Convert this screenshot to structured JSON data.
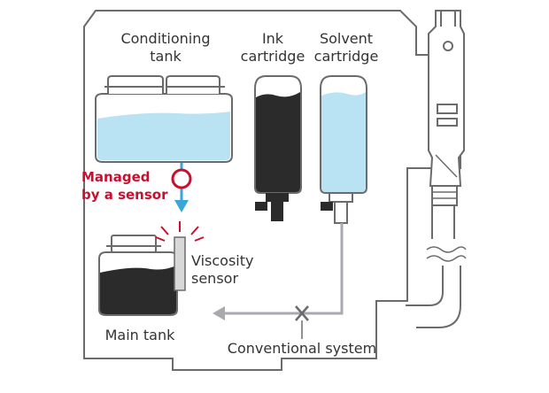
{
  "labels": {
    "conditioning_tank": [
      "Conditioning",
      "tank"
    ],
    "ink_cartridge": [
      "Ink",
      "cartridge"
    ],
    "solvent_cartridge": [
      "Solvent",
      "cartridge"
    ],
    "managed": [
      "Managed",
      "by a sensor"
    ],
    "viscosity_sensor": [
      "Viscosity",
      "sensor"
    ],
    "main_tank": "Main tank",
    "conventional_system": "Conventional system"
  },
  "colors": {
    "outline": "#6b6b6b",
    "liquid_blue": "#b9e2f3",
    "ink": "#2b2b2b",
    "sensor_red": "#c8102e",
    "arrow_blue": "#3aa6d8",
    "pipe": "#a9a9b0",
    "cross": "#6b6b6b"
  }
}
